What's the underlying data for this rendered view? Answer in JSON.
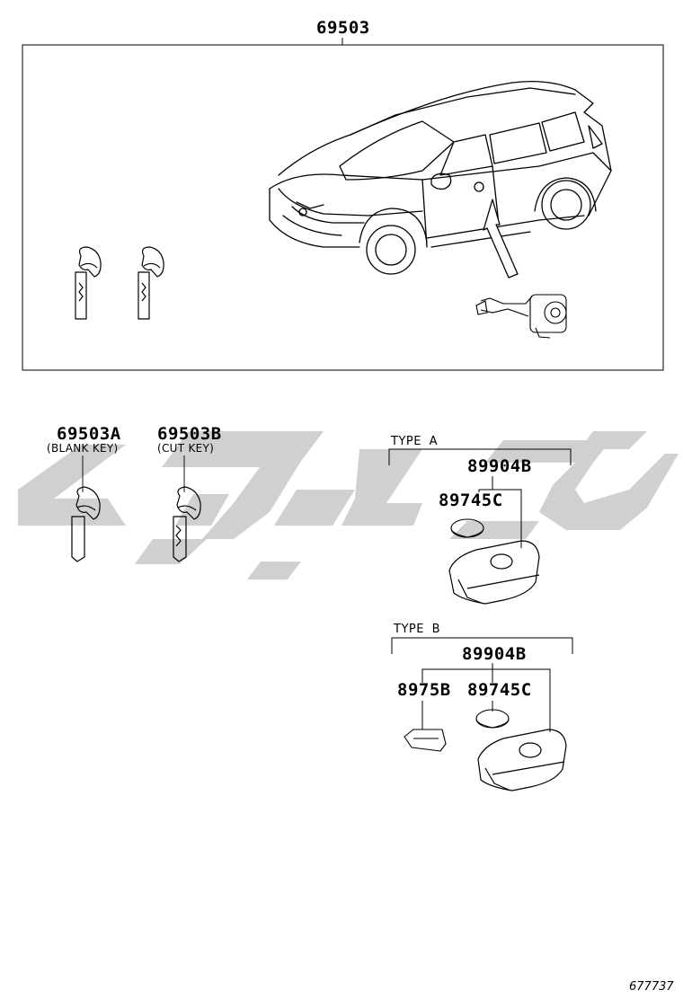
{
  "diagram": {
    "top_assembly": {
      "part_no": "69503"
    },
    "keys": [
      {
        "part_no": "69503A",
        "note": "(BLANK KEY)"
      },
      {
        "part_no": "69503B",
        "note": "(CUT KEY)"
      }
    ],
    "type_a": {
      "label": "TYPE A",
      "parts": [
        "89904B",
        "89745C"
      ]
    },
    "type_b": {
      "label": "TYPE B",
      "parts": [
        "89904B",
        "8975B",
        "89745C"
      ]
    },
    "reference_no": "677737"
  },
  "icons": [
    "car-icon",
    "key-icon",
    "lock-cylinder-icon",
    "arrow-icon",
    "key-fob-icon",
    "coin-battery-icon",
    "key-cover-icon",
    "watermark-logo"
  ],
  "colors": {
    "line": "#000000",
    "watermark": "#c8c8c8"
  }
}
